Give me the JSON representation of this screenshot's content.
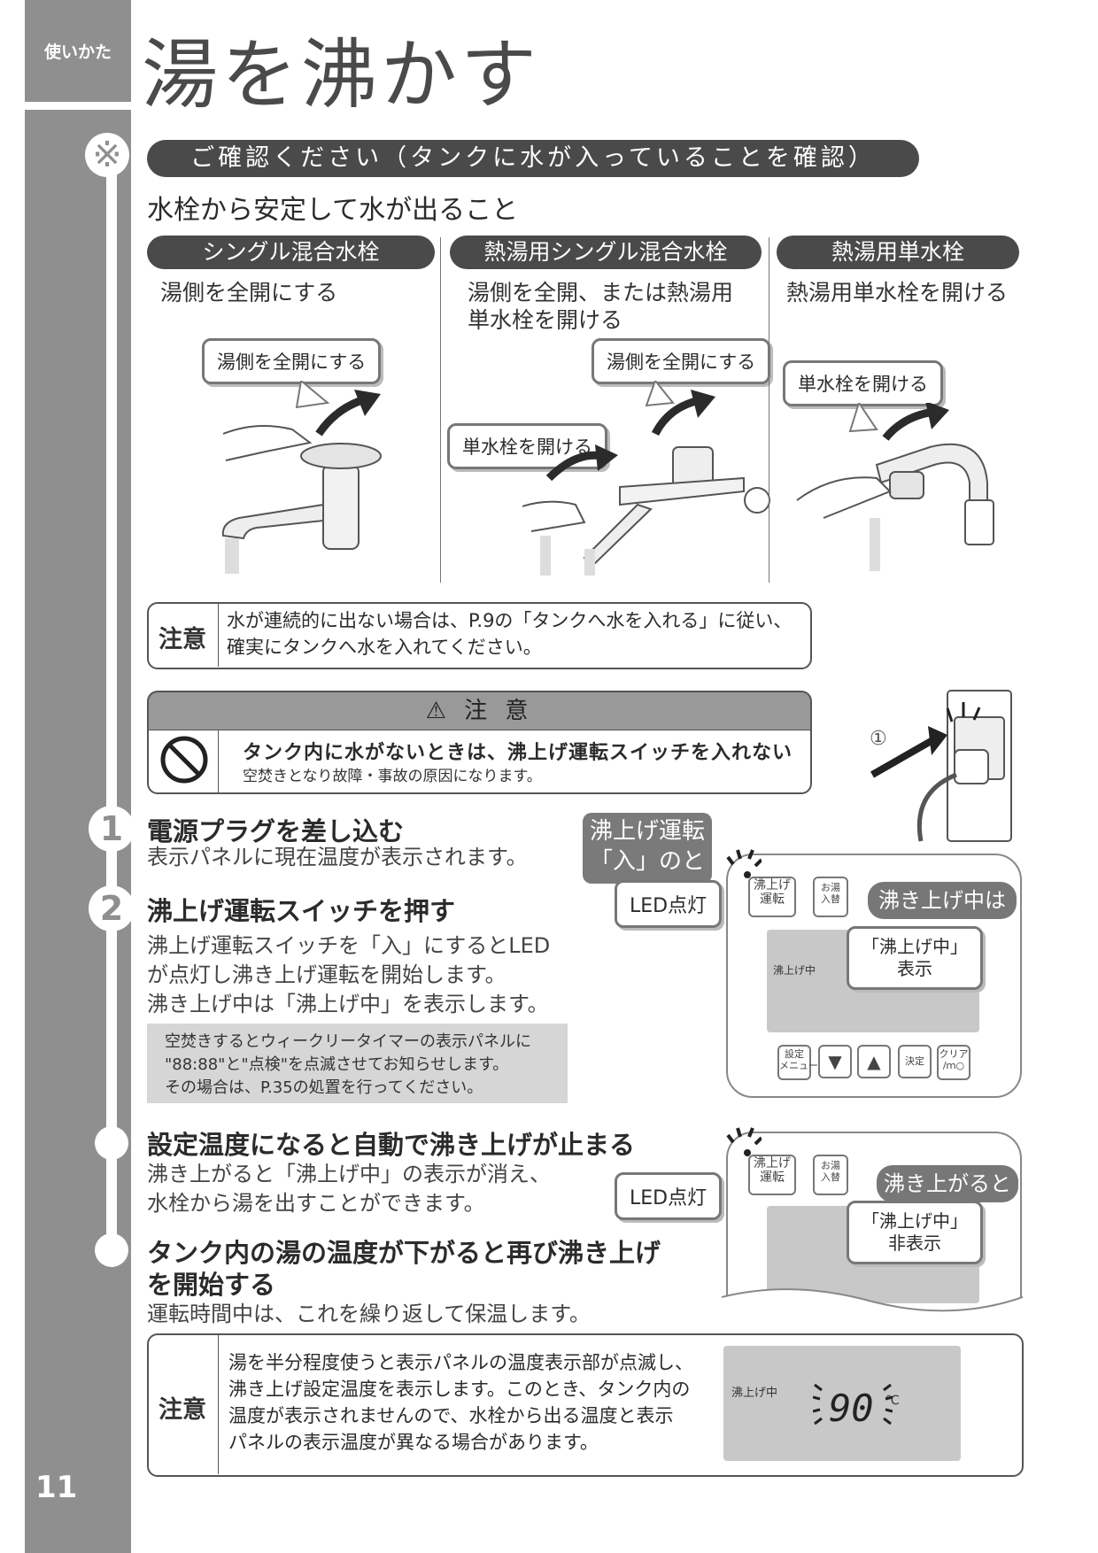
{
  "page": {
    "section_label": "使いかた",
    "title": "湯を沸かす",
    "number": "11"
  },
  "confirm": {
    "kome": "※",
    "title": "ご確認ください（タンクに水が入っていることを確認）",
    "subhead": "水栓から安定して水が出ること"
  },
  "columns": [
    {
      "name": "シングル混合水栓",
      "desc": "湯側を全開にする",
      "callouts": [
        "湯側を全開にする"
      ]
    },
    {
      "name": "熱湯用シングル混合水栓",
      "desc_line1": "湯側を全開、または熱湯用",
      "desc_line2": "単水栓を開ける",
      "callouts": [
        "湯側を全開にする",
        "単水栓を開ける"
      ]
    },
    {
      "name": "熱湯用単水栓",
      "desc": "熱湯用単水栓を開ける",
      "callouts": [
        "単水栓を開ける"
      ]
    }
  ],
  "note1": {
    "label": "注意",
    "line1": "水が連続的に出ない場合は、P.9の「タンクへ水を入れる」に従い、",
    "line2": "確実にタンクへ水を入れてください。"
  },
  "warning": {
    "heading": "⚠ 注 意",
    "main": "タンク内に水がないときは、沸上げ運転スイッチを入れない",
    "sub": "空焚きとなり故障・事故の原因になります。",
    "plug_marker": "①"
  },
  "steps": [
    {
      "num": "1",
      "title": "電源プラグを差し込む",
      "text": "表示パネルに現在温度が表示されます。"
    },
    {
      "num": "2",
      "title": "沸上げ運転スイッチを押す",
      "line1": "沸上げ運転スイッチを「入」にするとLED",
      "line2": "が点灯し沸き上げ運転を開始します。",
      "line3": "沸き上げ中は「沸上げ中」を表示します。"
    },
    {
      "title": "設定温度になると自動で沸き上げが止まる",
      "line1": "沸き上がると「沸上げ中」の表示が消え、",
      "line2": "水栓から湯を出すことができます。"
    },
    {
      "title_line1": "タンク内の湯の温度が下がると再び沸き上げ",
      "title_line2": "を開始する",
      "text": "運転時間中は、これを繰り返して保温します。"
    }
  ],
  "tip": {
    "line1": "空焚きするとウィークリータイマーの表示パネルに",
    "line2": "\"88:88\"と\"点検\"を点滅させてお知らせします。",
    "line3": "その場合は、P.35の処置を行ってください。"
  },
  "panel1": {
    "banner_line1": "沸上げ運転",
    "banner_line2": "「入」のとき",
    "led_label": "LED点灯",
    "btn_boil": "沸上げ\n運転",
    "btn_hot": "お湯\n入替",
    "state_pill": "沸き上げ中は",
    "display_text": "沸上げ中",
    "callout_line1": "「沸上げ中」",
    "callout_line2": "表示",
    "btn_setting": "設定\nメニュー",
    "btn_down": "▼",
    "btn_up": "▲",
    "btn_decide": "決定",
    "btn_clear": "クリア\n/ｍ○"
  },
  "panel2": {
    "led_label": "LED点灯",
    "btn_boil": "沸上げ\n運転",
    "btn_hot": "お湯\n入替",
    "state_pill": "沸き上がると",
    "callout_line1": "「沸上げ中」",
    "callout_line2": "非表示"
  },
  "note2": {
    "label": "注意",
    "line1": "湯を半分程度使うと表示パネルの温度表示部が点滅し、",
    "line2": "沸き上げ設定温度を表示します。このとき、タンク内の",
    "line3": "温度が表示されませんので、水栓から出る温度と表示",
    "line4": "パネルの表示温度が異なる場合があります。",
    "display_label": "沸上げ中",
    "temp": "90",
    "unit": "℃"
  }
}
